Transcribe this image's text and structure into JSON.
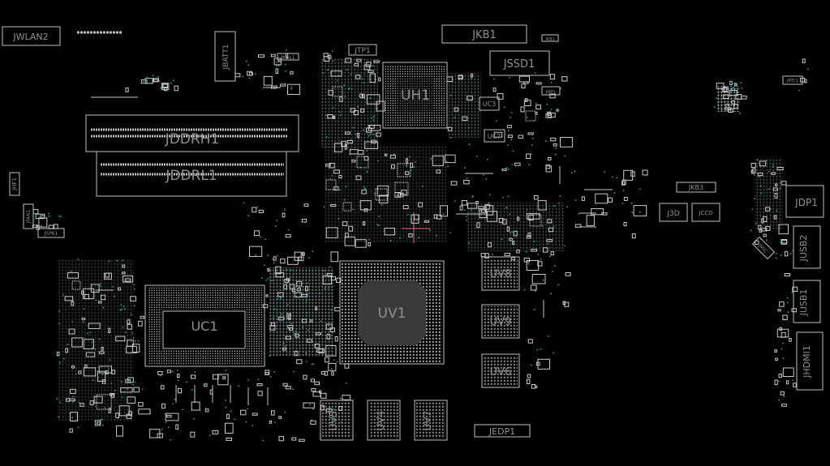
{
  "diagram": {
    "background": "#000000",
    "outline_color": "#bfbfbf",
    "label_color": "#8f8f8f",
    "via_color": "#2aa6a0",
    "accent_color": "#e06a8a"
  },
  "labels": {
    "jwlan2": "JWLAN2",
    "jbatt1": "JBATT1",
    "jkbl1": "JKBL1",
    "jddrh1": "JDDRH1",
    "jddrl1": "JDDRL1",
    "jhf1": "JHF1",
    "jfan1": "JFAN1",
    "jspk1": "JSPK1",
    "jtp1": "JTP1",
    "uh1": "UH1",
    "jkb1": "JKB1",
    "jkb1_small": "JKB1",
    "jssd1": "JSSD1",
    "uc3": "UC3",
    "jwp1": "JWP1",
    "uc7": "UC7",
    "jrtc1": "JRTC1",
    "jkb3": "JKB3",
    "j3d": "J3D",
    "jccd": "JCCD",
    "jdp1": "JDP1",
    "jusb2": "JUSB2",
    "jusb1": "JUSB1",
    "jhdmi1": "JHDMI1",
    "jmic": "JMIC",
    "uc1": "UC1",
    "uv1": "UV1",
    "uv8": "UV8",
    "uv9": "UV9",
    "uv6": "UV6",
    "uv5": "UV5",
    "uv4": "UV4",
    "uv7": "UV7",
    "jedp1": "JEDP1"
  }
}
